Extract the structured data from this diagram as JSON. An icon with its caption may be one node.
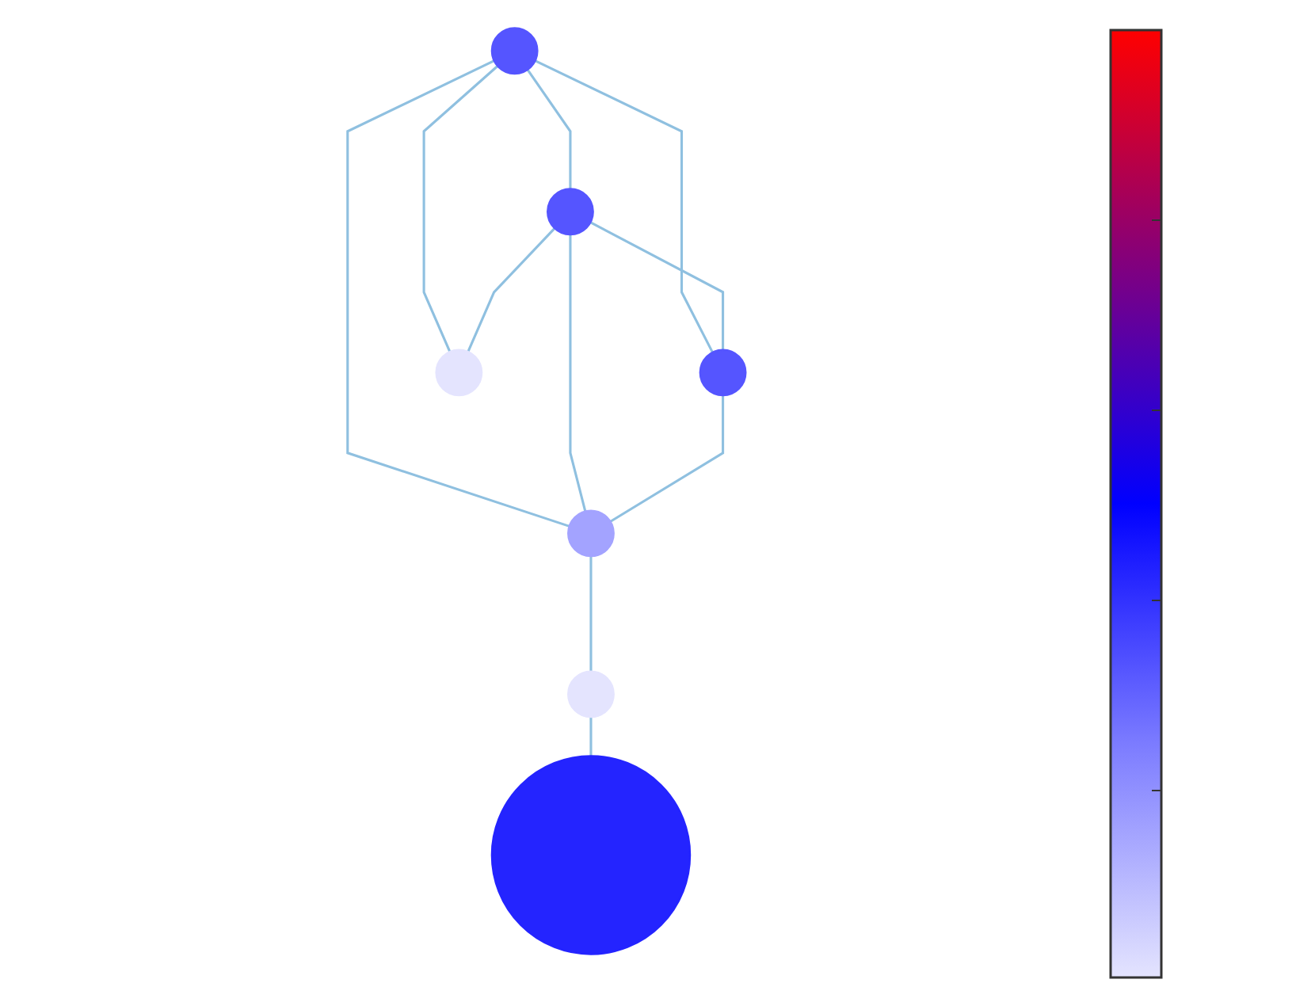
{
  "diagram": {
    "nodes": [
      {
        "text": [],
        "shape": "circle"
      },
      {
        "text": [],
        "shape": "circle"
      },
      {
        "text": [],
        "shape": "circle"
      },
      {
        "text": [],
        "shape": "circle"
      },
      {
        "text": [],
        "shape": "circle"
      },
      {
        "text": [],
        "shape": "circle"
      },
      {
        "text": [],
        "shape": "circle"
      }
    ],
    "edges": [
      {
        "from": 0,
        "to": 1,
        "arrow": "none"
      },
      {
        "from": 0,
        "to": 2,
        "arrow": "none"
      },
      {
        "from": 0,
        "to": 4,
        "arrow": "none"
      },
      {
        "from": 0,
        "to": 3,
        "arrow": "none"
      },
      {
        "from": 1,
        "to": 2,
        "arrow": "none"
      },
      {
        "from": 1,
        "to": 4,
        "arrow": "none"
      },
      {
        "from": 1,
        "to": 3,
        "arrow": "none"
      },
      {
        "from": 2,
        "to": 3,
        "arrow": "none"
      },
      {
        "from": 3,
        "to": 6,
        "arrow": "none"
      },
      {
        "from": 6,
        "to": 5,
        "arrow": "none"
      }
    ]
  }
}
